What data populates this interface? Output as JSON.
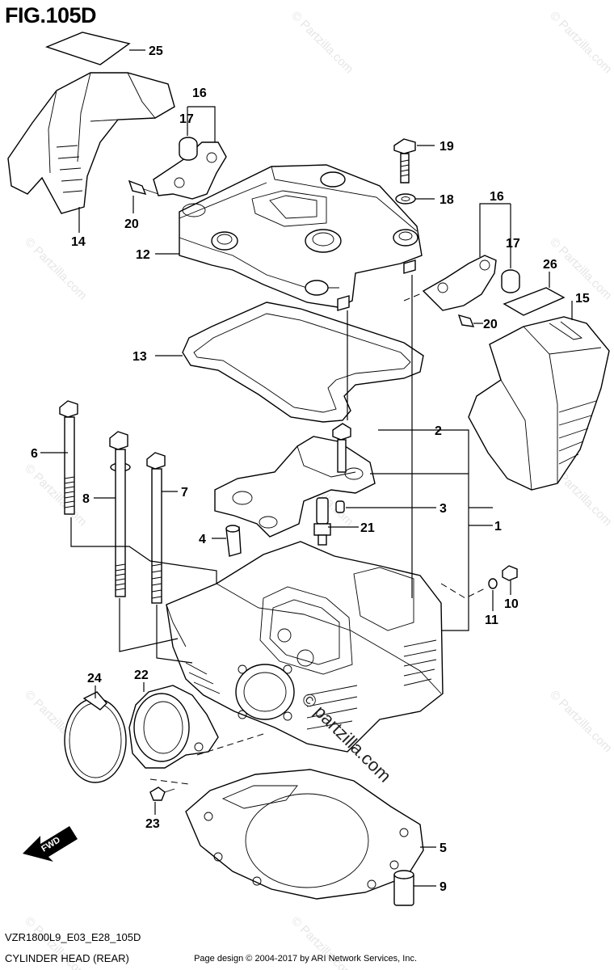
{
  "figure_title": "FIG.105D",
  "model_code": "VZR1800L9_E03_E28_105D",
  "assembly_name": "CYLINDER HEAD (REAR)",
  "footer_credit": "Page design © 2004-2017 by ARI Network Services, Inc.",
  "fwd_label": "FWD",
  "watermark_text": "© Partzilla.com",
  "watermark_main": "© partzilla.com",
  "callouts": {
    "c1": "1",
    "c2": "2",
    "c3": "3",
    "c4": "4",
    "c5": "5",
    "c6": "6",
    "c7": "7",
    "c8": "8",
    "c9": "9",
    "c10": "10",
    "c11": "11",
    "c12": "12",
    "c13": "13",
    "c14": "14",
    "c15": "15",
    "c16a": "16",
    "c16b": "16",
    "c17a": "17",
    "c17b": "17",
    "c18": "18",
    "c19": "19",
    "c20a": "20",
    "c20b": "20",
    "c21": "21",
    "c22": "22",
    "c23": "23",
    "c24": "24",
    "c25": "25",
    "c26": "26"
  }
}
